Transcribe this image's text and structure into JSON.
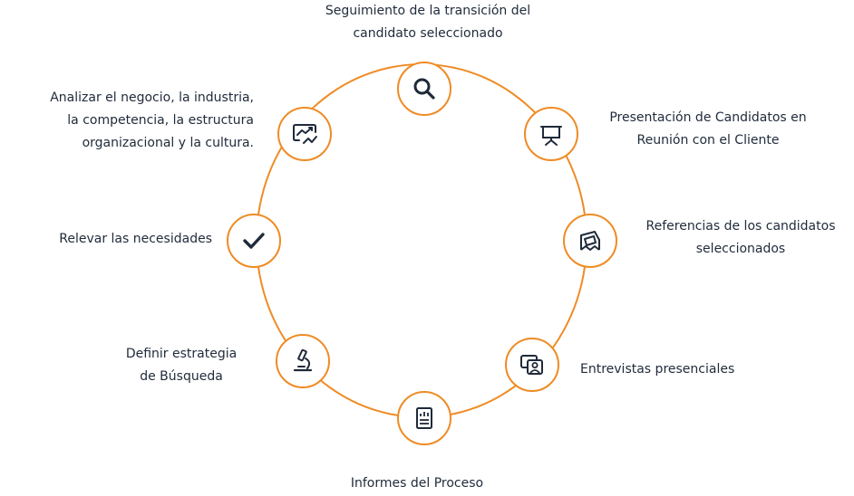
{
  "diagram": {
    "accent_color": "#ef8b24",
    "text_color": "#1f2a3a",
    "steps": [
      {
        "id": "seguimiento",
        "icon": "search-icon",
        "lines": [
          "Seguimiento de la transición del",
          "candidato seleccionado"
        ]
      },
      {
        "id": "presentacion",
        "icon": "presentation-board-icon",
        "lines": [
          "Presentación de Candidatos en",
          "Reunión con el Cliente"
        ]
      },
      {
        "id": "referencias",
        "icon": "references-icon",
        "lines": [
          "Referencias de los candidatos",
          "seleccionados"
        ]
      },
      {
        "id": "entrevistas",
        "icon": "video-interview-icon",
        "lines": [
          "Entrevistas presenciales"
        ]
      },
      {
        "id": "informes",
        "icon": "report-document-icon",
        "lines": [
          "Informes del Proceso"
        ]
      },
      {
        "id": "estrategia",
        "icon": "microscope-icon",
        "lines": [
          "Definir estrategia",
          "de Búsqueda"
        ]
      },
      {
        "id": "necesidades",
        "icon": "checkmark-icon",
        "lines": [
          "Relevar las necesidades"
        ]
      },
      {
        "id": "analizar",
        "icon": "trend-chart-icon",
        "lines": [
          "Analizar el negocio, la industria,",
          "la competencia, la estructura",
          "organizacional y la cultura."
        ]
      }
    ]
  }
}
